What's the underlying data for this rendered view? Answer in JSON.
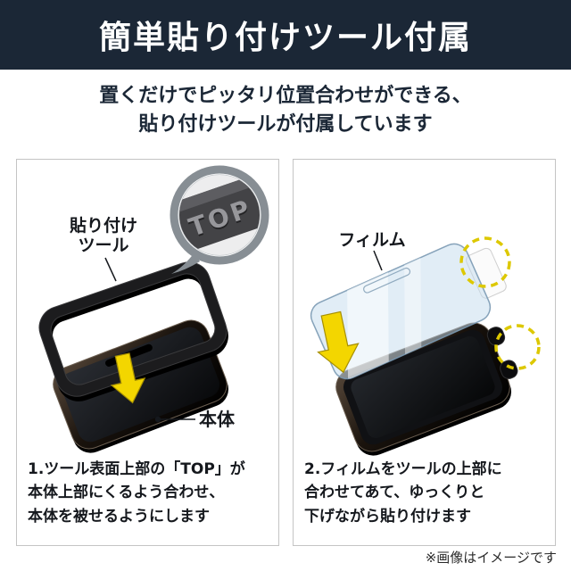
{
  "colors": {
    "banner_navy": "#1b2736",
    "arrow_yellow": "#f3d600",
    "highlight_dashed_yellow": "#ddc800",
    "panel_border": "#c4c4c4"
  },
  "header": {
    "title": "簡単貼り付けツール付属",
    "subtitle_line1": "置くだけでピッタリ位置合わせができる、",
    "subtitle_line2": "貼り付けツールが付属しています"
  },
  "step1": {
    "tool_label_line1": "貼り付け",
    "tool_label_line2": "ツール",
    "top_badge": "TOP",
    "body_label": "本体",
    "caption_line1": "1.ツール表面上部の「TOP」が",
    "caption_line2": "本体上部にくるよう合わせ、",
    "caption_line3": "本体を被せるようにします"
  },
  "step2": {
    "film_label": "フィルム",
    "caption_line1": "2.フィルムをツールの上部に",
    "caption_line2": "合わせてあて、ゆっくりと",
    "caption_line3": "下げながら貼り付けます"
  },
  "footer": {
    "note": "※画像はイメージです"
  }
}
